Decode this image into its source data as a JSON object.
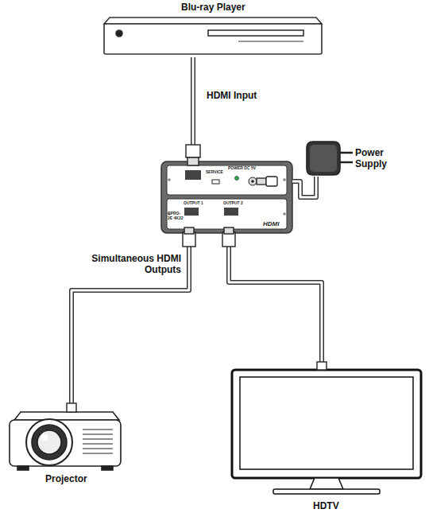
{
  "diagram": {
    "nodes": [
      {
        "text": [
          "Blu-ray Player"
        ]
      },
      {
        "text": [
          "SERVICE",
          "POWER DC 5V",
          "OUTPUT 1",
          "OUTPUT 2",
          "CPRO-2E 4K22",
          "HDMI"
        ]
      },
      {
        "text": [
          "Power Supply"
        ]
      },
      {
        "text": [
          "Projector"
        ]
      },
      {
        "text": [
          "HDTV"
        ]
      }
    ],
    "edges": [
      {
        "from": 0,
        "to": 1,
        "label": "HDMI Input",
        "arrow": "none"
      },
      {
        "from": 2,
        "to": 1,
        "arrow": "none"
      },
      {
        "from": 1,
        "to": 3,
        "arrow": "none"
      },
      {
        "from": 1,
        "to": 4,
        "arrow": "none"
      }
    ],
    "labels": [
      "Simultaneous HDMI Outputs"
    ]
  }
}
